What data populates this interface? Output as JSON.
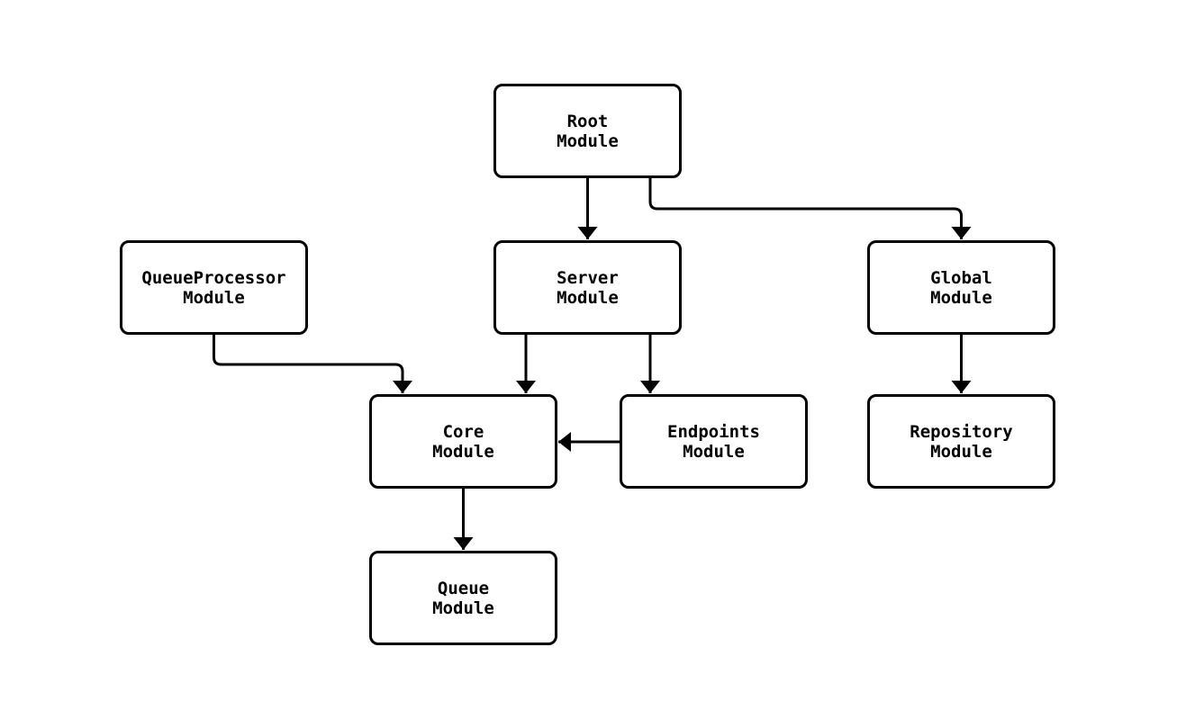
{
  "diagram": {
    "type": "flowchart",
    "colors": {
      "node_fill": "#ffffff",
      "node_border": "#000000",
      "edge_stroke": "#000000",
      "text": "#000000",
      "background": "#ffffff"
    },
    "nodes": [
      {
        "id": "root",
        "label": "Root\nModule"
      },
      {
        "id": "queueprocessor",
        "label": "QueueProcessor\nModule"
      },
      {
        "id": "server",
        "label": "Server\nModule"
      },
      {
        "id": "global",
        "label": "Global\nModule"
      },
      {
        "id": "core",
        "label": "Core\nModule"
      },
      {
        "id": "endpoints",
        "label": "Endpoints\nModule"
      },
      {
        "id": "repository",
        "label": "Repository\nModule"
      },
      {
        "id": "queue",
        "label": "Queue\nModule"
      }
    ],
    "edges": [
      {
        "from": "Root Module",
        "to": "Server Module"
      },
      {
        "from": "Root Module",
        "to": "Global Module"
      },
      {
        "from": "QueueProcessor Module",
        "to": "Core Module"
      },
      {
        "from": "Server Module",
        "to": "Core Module"
      },
      {
        "from": "Server Module",
        "to": "Endpoints Module"
      },
      {
        "from": "Endpoints Module",
        "to": "Core Module"
      },
      {
        "from": "Global Module",
        "to": "Repository Module"
      },
      {
        "from": "Core Module",
        "to": "Queue Module"
      }
    ]
  }
}
